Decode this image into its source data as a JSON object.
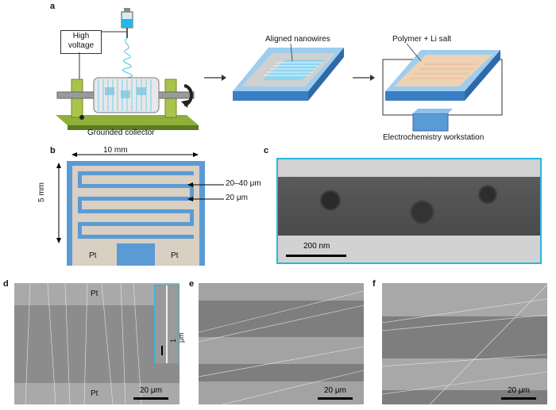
{
  "figure": {
    "panel_labels": {
      "a": "a",
      "b": "b",
      "c": "c",
      "d": "d",
      "e": "e",
      "f": "f"
    },
    "panel_a": {
      "high_voltage": "High\nvoltage",
      "grounded_collector": "Grounded collector",
      "aligned_nanowires": "Aligned nanowires",
      "polymer_li_salt": "Polymer + Li salt",
      "electrochem": "Electrochemistry workstation"
    },
    "panel_b": {
      "width_label": "10 mm",
      "height_label": "5 mm",
      "gap_label": "20–40 μm",
      "finger_label": "20 μm",
      "pad_left": "Pt",
      "pad_right": "Pt"
    },
    "panel_c": {
      "scale": "200 nm"
    },
    "panel_d": {
      "pt_top": "Pt",
      "pt_bottom": "Pt",
      "scale": "20 μm",
      "inset_scale": "1 μm"
    },
    "panel_e": {
      "scale": "20 μm"
    },
    "panel_f": {
      "scale": "20 μm"
    },
    "colors": {
      "substrate_blue": "#5b9bd5",
      "pt_grey": "#d9cfc2",
      "accent_cyan": "#29b6e0"
    }
  }
}
